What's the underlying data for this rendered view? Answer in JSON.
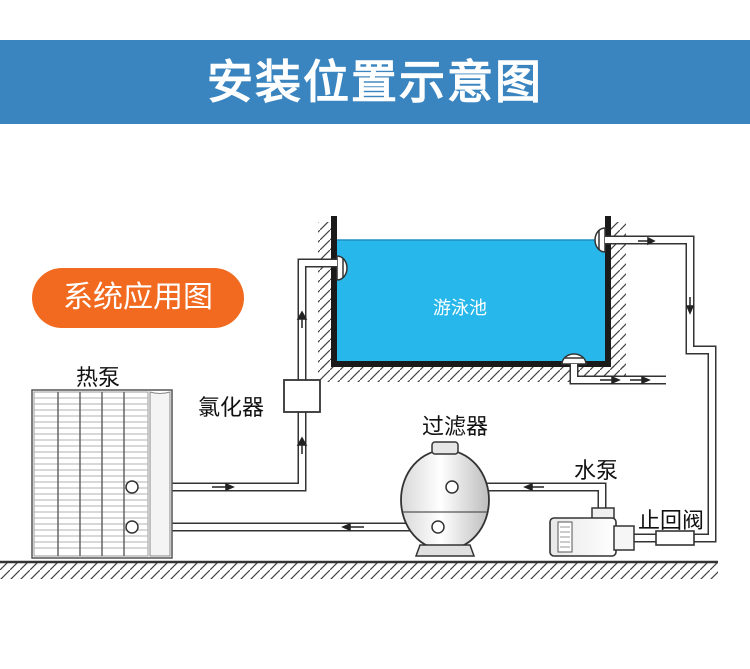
{
  "header": {
    "title": "安装位置示意图"
  },
  "badge": {
    "label": "系统应用图"
  },
  "components": {
    "heat_pump": "热泵",
    "chlorinator": "氯化器",
    "pool": "游泳池",
    "filter": "过滤器",
    "water_pump": "水泵",
    "check_valve": "止回阀"
  },
  "colors": {
    "banner": "#3a85bf",
    "badge": "#f26a1f",
    "pool_water": "#27b7ea",
    "line": "#333333"
  }
}
